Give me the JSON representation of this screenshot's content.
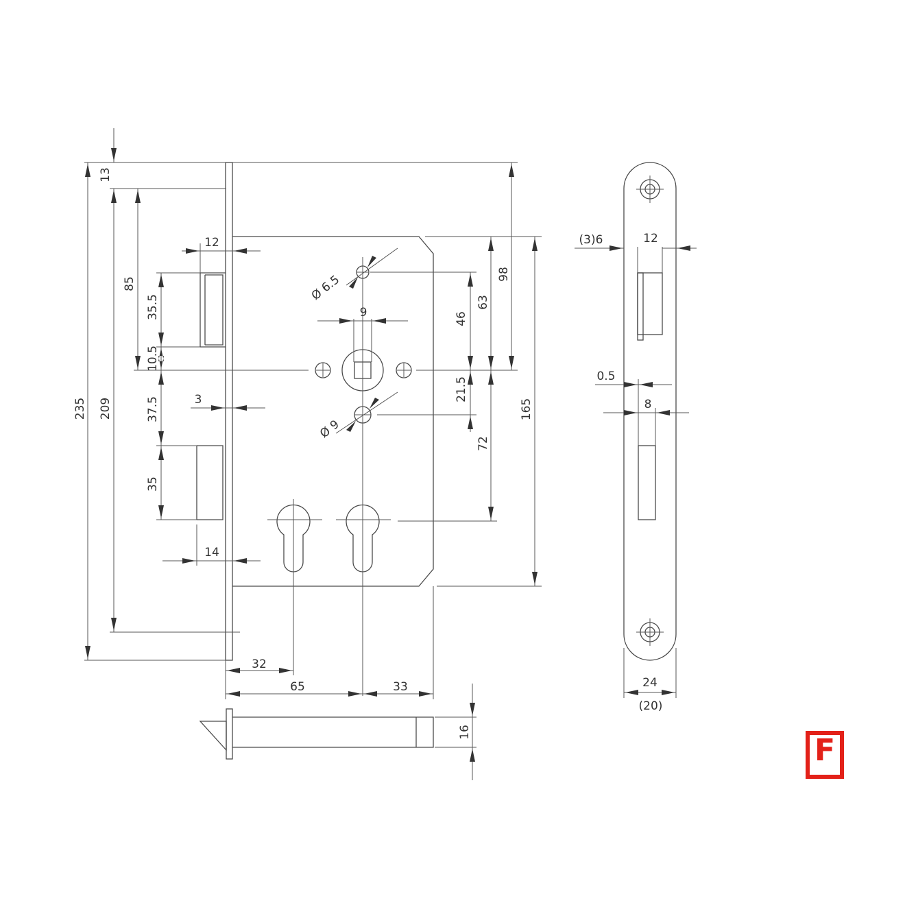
{
  "dimensions": {
    "d235": "235",
    "d209": "209",
    "d13": "13",
    "d85": "85",
    "d35_5": "35.5",
    "d10_5": "10.5",
    "d37_5": "37.5",
    "d35": "35",
    "d12_backset": "12",
    "d3": "3",
    "d14": "14",
    "d_phi6_5": "Ø 6.5",
    "d9_square": "9",
    "d_phi9": "Ø 9",
    "d46": "46",
    "d63": "63",
    "d98": "98",
    "d21_5": "21.5",
    "d72": "72",
    "d165": "165",
    "d32": "32",
    "d65": "65",
    "d33": "33",
    "d16": "16",
    "d3_6": "(3)6",
    "d12_face": "12",
    "d0_5": "0.5",
    "d8": "8",
    "d24": "24",
    "d20": "(20)"
  },
  "logo": {
    "letter": "F",
    "color": "#e32119"
  }
}
